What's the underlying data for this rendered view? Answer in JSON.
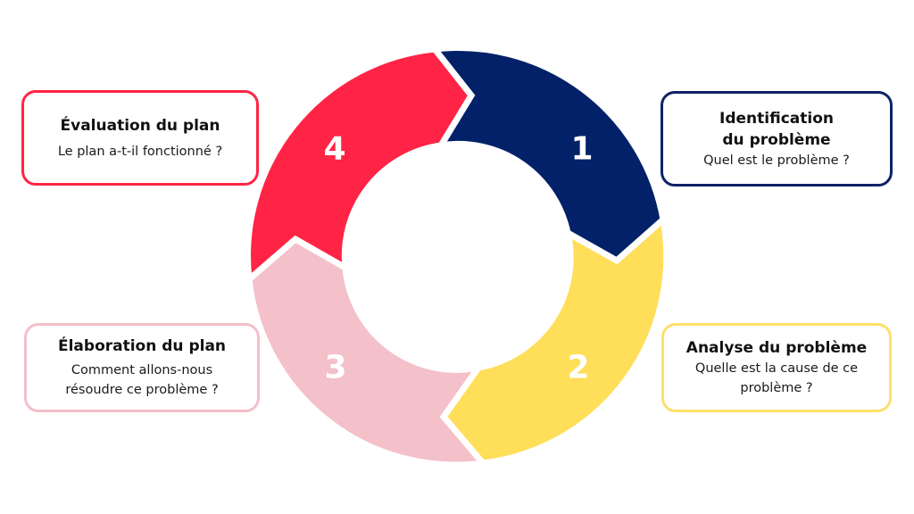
{
  "diagram": {
    "type": "cycle",
    "colors": {
      "step1": "#022169",
      "step2": "#ffde59",
      "step3": "#f4c0ca",
      "step4": "#ff2445",
      "background": "#ffffff"
    },
    "segments": [
      {
        "number": "1",
        "color": "#022169"
      },
      {
        "number": "2",
        "color": "#ffde59"
      },
      {
        "number": "3",
        "color": "#f4c0ca"
      },
      {
        "number": "4",
        "color": "#ff2445"
      }
    ],
    "cards": {
      "step1": {
        "title_line1": "Identification",
        "title_line2": "du problème",
        "description": "Quel est le problème ?"
      },
      "step2": {
        "title": "Analyse du problème",
        "description_line1": "Quelle est la cause de ce",
        "description_line2": "problème ?"
      },
      "step3": {
        "title": "Élaboration du plan",
        "description_line1": "Comment allons-nous",
        "description_line2": "résoudre ce problème ?"
      },
      "step4": {
        "title": "Évaluation du plan",
        "description": "Le plan a-t-il fonctionné ?"
      }
    }
  }
}
